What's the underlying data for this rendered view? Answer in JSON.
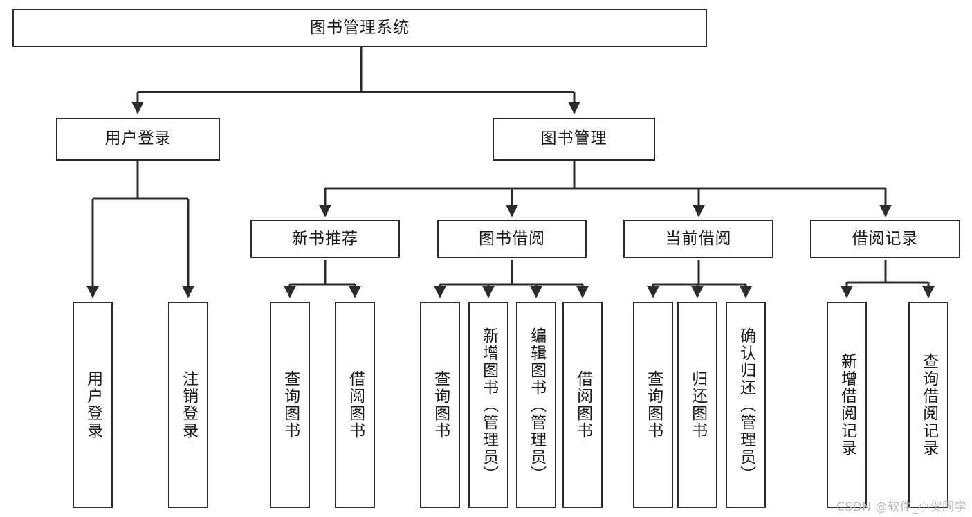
{
  "diagram": {
    "type": "tree",
    "title": "图书管理系统",
    "root": {
      "label": "图书管理系统"
    },
    "level2": [
      {
        "label": "用户登录"
      },
      {
        "label": "图书管理"
      }
    ],
    "level3": [
      {
        "label": "新书推荐"
      },
      {
        "label": "图书借阅"
      },
      {
        "label": "当前借阅"
      },
      {
        "label": "借阅记录"
      }
    ],
    "leaves": {
      "user_login": [
        {
          "label": "用户登录"
        },
        {
          "label": "注销登录"
        }
      ],
      "new_book_recommend": [
        {
          "label": "查询图书"
        },
        {
          "label": "借阅图书"
        }
      ],
      "book_borrow": [
        {
          "label": "查询图书"
        },
        {
          "label": "新增图书（管理员）"
        },
        {
          "label": "编辑图书（管理员）"
        },
        {
          "label": "借阅图书"
        }
      ],
      "current_borrow": [
        {
          "label": "查询图书"
        },
        {
          "label": "归还图书"
        },
        {
          "label": "确认归还（管理员）"
        }
      ],
      "borrow_record": [
        {
          "label": "新增借阅记录"
        },
        {
          "label": "查询借阅记录"
        }
      ]
    }
  },
  "watermark": {
    "text": "CSDN @软件_小贺同学"
  },
  "colors": {
    "box_border": "#2b2b2b",
    "connector": "#2b2b2b",
    "background": "#ffffff",
    "text": "#1a1a1a",
    "watermark": "#b9b9b9"
  }
}
